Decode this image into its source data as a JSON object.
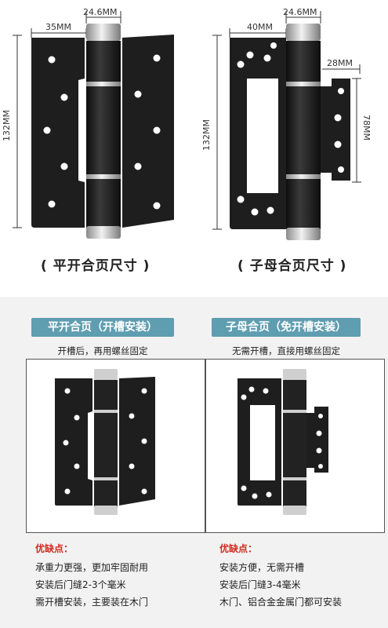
{
  "top": {
    "left_hinge": {
      "dim_width": "35MM",
      "dim_barrel": "24.6MM",
      "dim_height": "132MM",
      "caption": "( 平开合页尺寸 )"
    },
    "right_hinge": {
      "dim_width": "40MM",
      "dim_barrel": "24.6MM",
      "dim_height": "132MM",
      "dim_leaf_width": "28MM",
      "dim_leaf_height": "78MM",
      "caption": "( 子母合页尺寸 )"
    }
  },
  "bottom": {
    "left": {
      "badge": "平开合页（开槽安装）",
      "subtitle": "开槽后，再用螺丝固定",
      "advantages_title": "优缺点：",
      "advantages": [
        "承重力更强，更加牢固耐用",
        "安装后门缝2-3个毫米",
        "需开槽安装，主要装在木门"
      ]
    },
    "right": {
      "badge": "子母合页（免开槽安装）",
      "subtitle": "无需开槽，直接用螺丝固定",
      "advantages_title": "优缺点：",
      "advantages": [
        "安装方便，无需开槽",
        "安装后门缝3-4毫米",
        "木门、铝合金金属门都可安装"
      ]
    }
  },
  "colors": {
    "hinge_black": "#1e1e1e",
    "barrel_silver": "#c9c9c9",
    "badge_blue": "#5f9db0",
    "advantages_red": "#d12b1f",
    "bottom_bg": "#f2f2f2"
  }
}
